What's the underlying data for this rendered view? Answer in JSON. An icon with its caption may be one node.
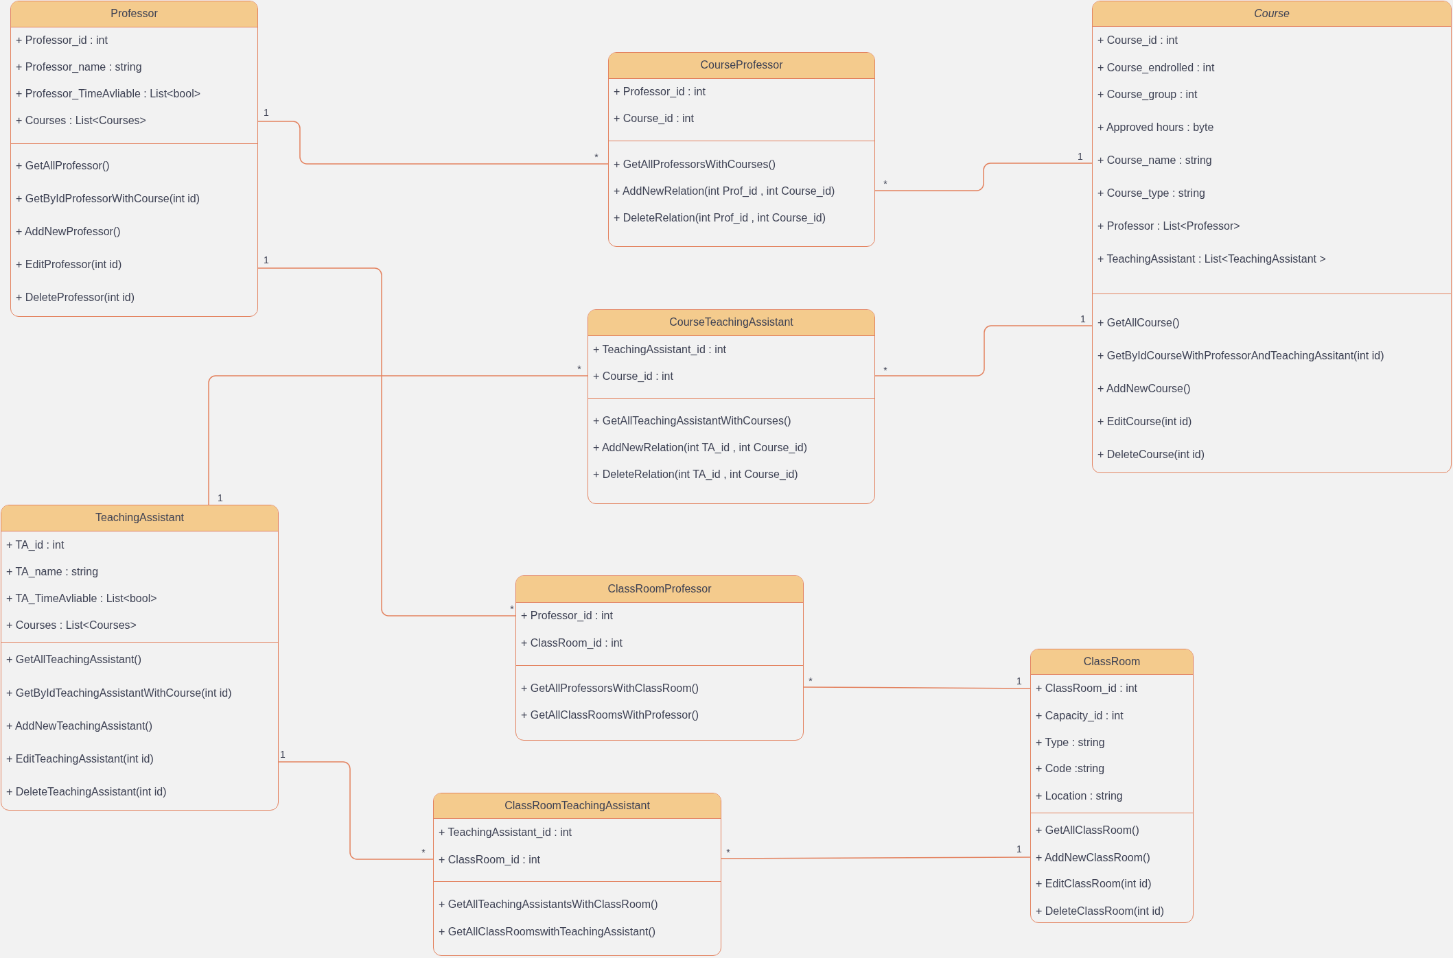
{
  "diagram": {
    "nodes": [
      {
        "text": [
          "Professor",
          "+ Professor_id : int",
          "+ Professor_name : string",
          "+ Professor_TimeAvliable : List<bool>",
          "+ Courses : List<Courses>",
          "+ GetAllProfessor()",
          "+ GetByIdProfessorWithCourse(int id)",
          "+ AddNewProfessor()",
          "+ EditProfessor(int id)",
          "+ DeleteProfessor(int id)"
        ]
      },
      {
        "text": [
          "CourseProfessor",
          "+ Professor_id : int",
          "+ Course_id : int",
          "+ GetAllProfessorsWithCourses()",
          "+ AddNewRelation(int Prof_id , int Course_id)",
          "+ DeleteRelation(int Prof_id , int Course_id)"
        ]
      },
      {
        "text": [
          "Course",
          "+ Course_id : int",
          "+ Course_endrolled : int",
          "+ Course_group : int",
          "+ Approved hours : byte",
          "+ Course_name : string",
          "+ Course_type : string",
          "+ Professor : List<Professor>",
          "+ TeachingAssistant : List<TeachingAssistant >",
          "+ GetAllCourse()",
          "+ GetByIdCourseWithProfessorAndTeachingAssitant(int id)",
          "+ AddNewCourse()",
          "+ EditCourse(int id)",
          "+ DeleteCourse(int id)"
        ]
      },
      {
        "text": [
          "CourseTeachingAssistant",
          "+ TeachingAssistant_id : int",
          "+ Course_id : int",
          "+ GetAllTeachingAssistantWithCourses()",
          "+ AddNewRelation(int TA_id , int Course_id)",
          "+ DeleteRelation(int TA_id , int Course_id)"
        ]
      },
      {
        "text": [
          "TeachingAssistant",
          "+ TA_id : int",
          "+ TA_name : string",
          "+ TA_TimeAvliable : List<bool>",
          "+ Courses : List<Courses>",
          "+ GetAllTeachingAssistant()",
          "+ GetByIdTeachingAssistantWithCourse(int id)",
          "+ AddNewTeachingAssistant()",
          "+ EditTeachingAssistant(int id)",
          "+ DeleteTeachingAssistant(int id)"
        ]
      },
      {
        "text": [
          "ClassRoomProfessor",
          "+ Professor_id : int",
          "+ ClassRoom_id : int",
          "+ GetAllProfessorsWithClassRoom()",
          "+ GetAllClassRoomsWithProfessor()"
        ]
      },
      {
        "text": [
          "ClassRoom",
          "+ ClassRoom_id : int",
          "+ Capacity_id : int",
          "+ Type : string",
          "+ Code :string",
          "+ Location : string",
          "+ GetAllClassRoom()",
          "+ AddNewClassRoom()",
          "+ EditClassRoom(int id)",
          "+ DeleteClassRoom(int id)"
        ]
      },
      {
        "text": [
          "ClassRoomTeachingAssistant",
          "+ TeachingAssistant_id : int",
          "+ ClassRoom_id : int",
          "+ GetAllTeachingAssistantsWithClassRoom()",
          "+ GetAllClassRoomswithTeachingAssistant()"
        ]
      }
    ],
    "edges": [
      {
        "from": 0,
        "to": 1,
        "arrow": "none"
      },
      {
        "from": 1,
        "to": 2,
        "arrow": "none"
      },
      {
        "from": 0,
        "to": 5,
        "arrow": "none"
      },
      {
        "from": 4,
        "to": 3,
        "arrow": "none"
      },
      {
        "from": 3,
        "to": 2,
        "arrow": "none"
      },
      {
        "from": 5,
        "to": 6,
        "arrow": "none"
      },
      {
        "from": 4,
        "to": 7,
        "arrow": "none"
      },
      {
        "from": 7,
        "to": 6,
        "arrow": "none"
      }
    ],
    "labels": [
      "1",
      "*",
      "1",
      "*",
      "1",
      "1",
      "*",
      "*",
      "1",
      "*",
      "*",
      "1",
      "1",
      "*",
      "*",
      "1"
    ]
  }
}
